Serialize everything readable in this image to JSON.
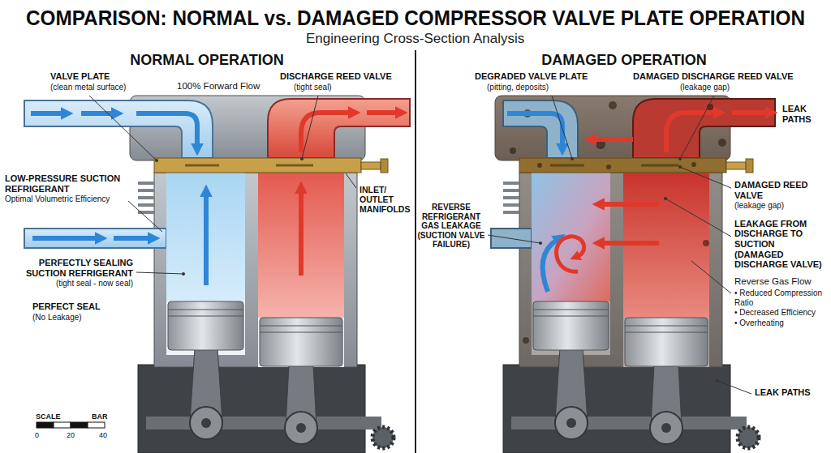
{
  "diagram": {
    "title": "COMPARISON: NORMAL vs. DAMAGED COMPRESSOR VALVE PLATE OPERATION",
    "nodes": [
      {
        "text": [
          "NORMAL OPERATION"
        ]
      },
      {
        "text": [
          "DAMAGED OPERATION"
        ]
      }
    ],
    "labels": [
      "Engineering Cross-Section Analysis",
      "VALVE PLATE",
      "(clean metal surface)",
      "100% Forward Flow",
      "DISCHARGE REED VALVE",
      "(tight seal)",
      "LOW-PRESSURE SUCTION REFRIGERANT",
      "Optimal Volumetric Efficiency",
      "INLET/ OUTLET MANIFOLDS",
      "PERFECTLY SEALING SUCTION REFRIGERANT",
      "(tight seal - now seal)",
      "PERFECT SEAL",
      "(No Leakage)",
      "SCALE",
      "BAR",
      "0",
      "20",
      "40",
      "DEGRADED VALVE PLATE",
      "(pitting, deposits)",
      "DAMAGED DISCHARGE REED VALVE",
      "(leakage gap)",
      "LEAK PATHS",
      "REVERSE REFRIGERANT GAS LEAKAGE (SUCTION VALVE FAILURE)",
      "DAMAGED REED VALVE",
      "(leakage gap)",
      "LEAKAGE FROM DISCHARGE TO SUCTION (DAMAGED DISCHARGE VALVE)",
      "Reverse Gas Flow",
      "• Reduced Compression Ratio",
      "• Decreased Efficiency",
      "• Overheating",
      "LEAK PATHS"
    ]
  }
}
